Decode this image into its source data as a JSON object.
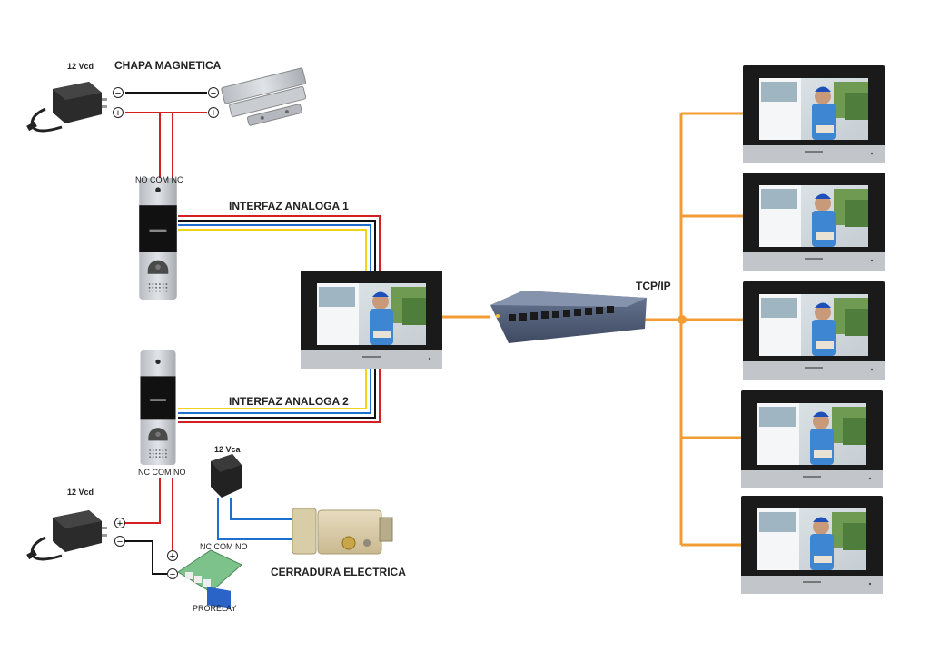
{
  "labels": {
    "psu_top_voltage": "12 Vcd",
    "maglock": "CHAPA MAGNETICA",
    "door1_terminals": "NO COM NC",
    "analog1": "INTERFAZ ANALOGA 1",
    "analog2": "INTERFAZ ANALOGA 2",
    "door2_terminals": "NC COM NO",
    "psu_ac_voltage": "12 Vca",
    "psu_bottom_voltage": "12 Vcd",
    "relay_terminals": "NC COM NO",
    "relay_name": "PRORELAY",
    "electric_lock": "CERRADURA ELECTRICA",
    "network": "TCP/IP"
  },
  "polarity": {
    "minus": "−",
    "plus": "+"
  },
  "colors": {
    "red_wire": "#d32020",
    "black_wire": "#111111",
    "blue_wire": "#1e6fd0",
    "yellow_wire": "#f2d21b",
    "network_wire": "#f39c33"
  },
  "devices": {
    "door_stations": 2,
    "indoor_monitors_main": 1,
    "indoor_monitors_remote": 5,
    "poe_switch": 1
  }
}
